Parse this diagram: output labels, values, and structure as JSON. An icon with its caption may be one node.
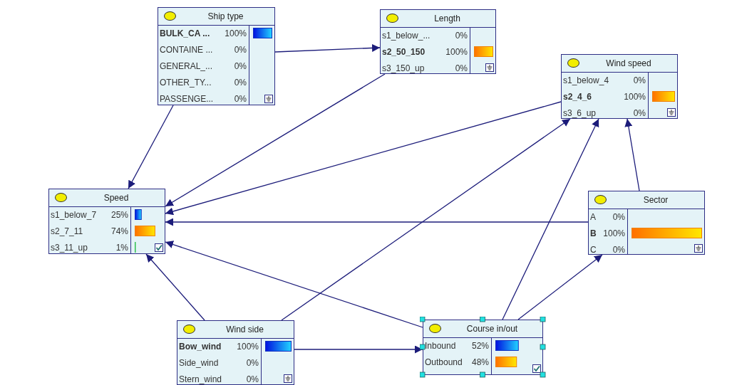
{
  "diagram": {
    "nodes": [
      {
        "text": [
          "Ship type",
          "**BULK_CA ...** 100%",
          "CONTAINE ... 0%",
          "GENERAL_... 0%",
          "OTHER_TY... 0%",
          "PASSENGE... 0%"
        ]
      },
      {
        "text": [
          "Length",
          "s1_below_... 0%",
          "**s2_50_150** 100%",
          "s3_150_up 0%"
        ]
      },
      {
        "text": [
          "Wind speed",
          "s1_below_4 0%",
          "**s2_4_6** 100%",
          "s3_6_up 0%"
        ]
      },
      {
        "text": [
          "Speed",
          "s1_below_7 25%",
          "s2_7_11 74%",
          "s3_11_up 1%"
        ]
      },
      {
        "text": [
          "Sector",
          "A 0%",
          "**B** 100%",
          "C 0%"
        ]
      },
      {
        "text": [
          "Wind side",
          "**Bow_wind** 100%",
          "Side_wind 0%",
          "Stern_wind 0%"
        ]
      },
      {
        "text": [
          "Course in/out",
          "Inbound 52%",
          "Outbound 48%"
        ]
      }
    ],
    "edges": [
      {
        "from": 0,
        "to": 1,
        "arrow": "to"
      },
      {
        "from": 0,
        "to": 3,
        "arrow": "to"
      },
      {
        "from": 1,
        "to": 3,
        "arrow": "to"
      },
      {
        "from": 2,
        "to": 3,
        "arrow": "to"
      },
      {
        "from": 4,
        "to": 3,
        "arrow": "to"
      },
      {
        "from": 6,
        "to": 3,
        "arrow": "to"
      },
      {
        "from": 5,
        "to": 3,
        "arrow": "to"
      },
      {
        "from": 5,
        "to": 2,
        "arrow": "to"
      },
      {
        "from": 5,
        "to": 6,
        "arrow": "to"
      },
      {
        "from": 6,
        "to": 2,
        "arrow": "to"
      },
      {
        "from": 6,
        "to": 4,
        "arrow": "to"
      },
      {
        "from": 4,
        "to": 2,
        "arrow": "to"
      }
    ]
  }
}
